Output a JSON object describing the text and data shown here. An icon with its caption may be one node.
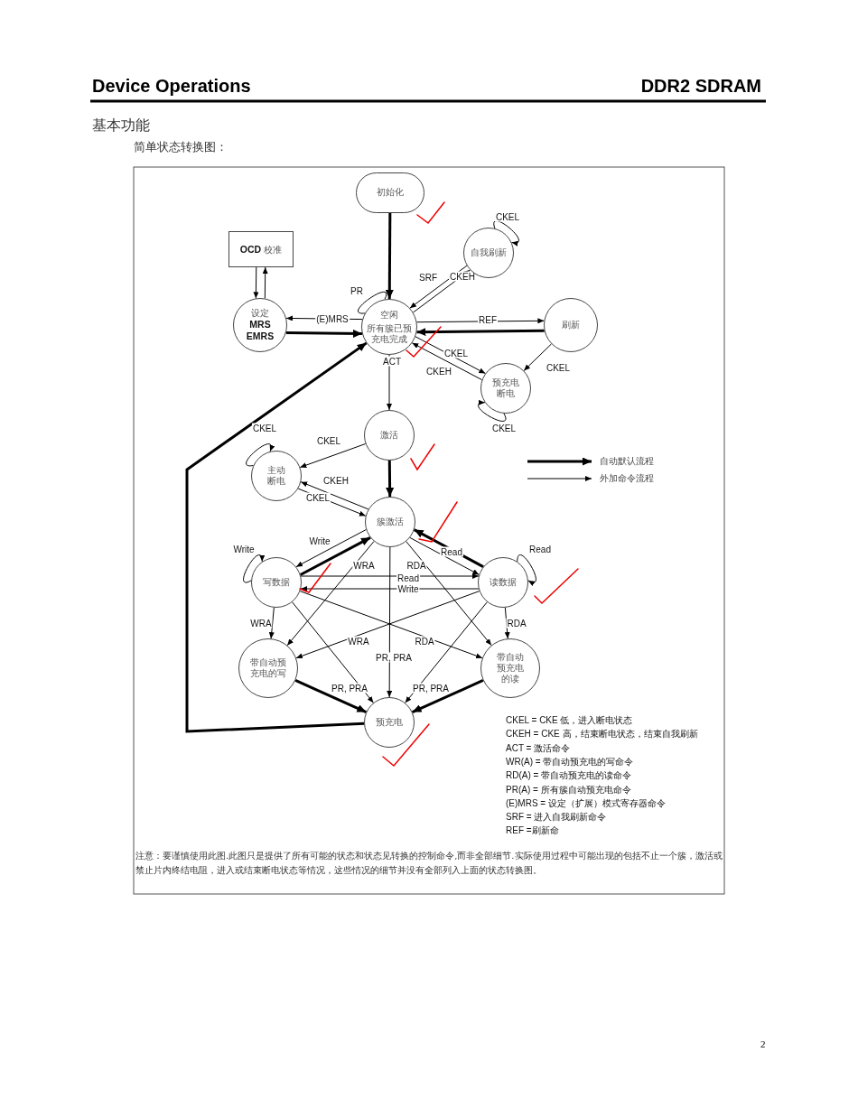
{
  "diagram": {
    "nodes": [
      {
        "text": [
          "初始化"
        ]
      },
      {
        "text": [
          "**OCD** 校准"
        ]
      },
      {
        "text": [
          "设定 **MRS EMRS**"
        ]
      },
      {
        "text": [
          "空闲",
          "所有簇已预充电完成"
        ]
      },
      {
        "text": [
          "自我刷新"
        ]
      },
      {
        "text": [
          "刷新"
        ]
      },
      {
        "text": [
          "预充电断电"
        ]
      },
      {
        "text": [
          "激活"
        ]
      },
      {
        "text": [
          "主动断电"
        ]
      },
      {
        "text": [
          "簇激活"
        ]
      },
      {
        "text": [
          "写数据"
        ]
      },
      {
        "text": [
          "读数据"
        ]
      },
      {
        "text": [
          "带自动预充电的写"
        ]
      },
      {
        "text": [
          "带自动预充电的读"
        ]
      },
      {
        "text": [
          "预充电"
        ]
      }
    ],
    "edges": [
      {
        "from": 0,
        "to": 3,
        "arrow": "to",
        "style": "thick"
      },
      {
        "from": 1,
        "to": 2,
        "arrow": "to"
      },
      {
        "from": 2,
        "to": 1,
        "arrow": "to"
      },
      {
        "from": 3,
        "to": 3,
        "arrow": "none",
        "label": "PR"
      },
      {
        "from": 3,
        "to": 4,
        "arrow": "to",
        "label": "SRF"
      },
      {
        "from": 4,
        "to": 3,
        "arrow": "to",
        "label": "CKEH"
      },
      {
        "from": 4,
        "to": 4,
        "arrow": "to",
        "label": "CKEL"
      },
      {
        "from": 3,
        "to": 2,
        "arrow": "to",
        "label": "(E)MRS"
      },
      {
        "from": 2,
        "to": 3,
        "arrow": "to",
        "style": "thick"
      },
      {
        "from": 3,
        "to": 5,
        "arrow": "to",
        "label": "REF"
      },
      {
        "from": 5,
        "to": 3,
        "arrow": "to",
        "style": "thick"
      },
      {
        "from": 3,
        "to": 6,
        "arrow": "to",
        "label": "CKEL"
      },
      {
        "from": 6,
        "to": 3,
        "arrow": "to",
        "label": "CKEH"
      },
      {
        "from": 5,
        "to": 6,
        "arrow": "to",
        "label": "CKEL"
      },
      {
        "from": 6,
        "to": 6,
        "arrow": "to",
        "label": "CKEL"
      },
      {
        "from": 3,
        "to": 7,
        "arrow": "to",
        "label": "ACT"
      },
      {
        "from": 7,
        "to": 9,
        "arrow": "to",
        "style": "thick"
      },
      {
        "from": 7,
        "to": 8,
        "arrow": "to",
        "label": "CKEL"
      },
      {
        "from": 8,
        "to": 8,
        "arrow": "to",
        "label": "CKEL"
      },
      {
        "from": 8,
        "to": 9,
        "arrow": "to",
        "label": "CKEH"
      },
      {
        "from": 9,
        "to": 8,
        "arrow": "to",
        "label": "CKEL"
      },
      {
        "from": 9,
        "to": 10,
        "arrow": "to",
        "label": "Write"
      },
      {
        "from": 10,
        "to": 9,
        "arrow": "to",
        "style": "thick"
      },
      {
        "from": 9,
        "to": 11,
        "arrow": "to",
        "label": "Read"
      },
      {
        "from": 11,
        "to": 9,
        "arrow": "to",
        "style": "thick"
      },
      {
        "from": 10,
        "to": 10,
        "arrow": "to",
        "label": "Write"
      },
      {
        "from": 11,
        "to": 11,
        "arrow": "to",
        "label": "Read"
      },
      {
        "from": 10,
        "to": 11,
        "arrow": "to",
        "label": "Read"
      },
      {
        "from": 11,
        "to": 10,
        "arrow": "to",
        "label": "Write"
      },
      {
        "from": 9,
        "to": 12,
        "arrow": "to",
        "label": "WRA"
      },
      {
        "from": 9,
        "to": 13,
        "arrow": "to",
        "label": "RDA"
      },
      {
        "from": 9,
        "to": 14,
        "arrow": "to",
        "label": "PR, PRA"
      },
      {
        "from": 10,
        "to": 12,
        "arrow": "to",
        "label": "WRA"
      },
      {
        "from": 11,
        "to": 13,
        "arrow": "to",
        "label": "RDA"
      },
      {
        "from": 10,
        "to": 13,
        "arrow": "to",
        "label": "RDA"
      },
      {
        "from": 11,
        "to": 12,
        "arrow": "to",
        "label": "WRA"
      },
      {
        "from": 10,
        "to": 14,
        "arrow": "to",
        "label": "PR, PRA"
      },
      {
        "from": 11,
        "to": 14,
        "arrow": "to",
        "label": "PR, PRA"
      },
      {
        "from": 12,
        "to": 14,
        "arrow": "to",
        "style": "thick"
      },
      {
        "from": 13,
        "to": 14,
        "arrow": "to",
        "style": "thick"
      },
      {
        "from": 14,
        "to": 3,
        "arrow": "to",
        "style": "thick"
      }
    ],
    "labels": [
      "Device Operations",
      "DDR2 SDRAM",
      "基本功能",
      "简单状态转换图：",
      "CKEL = CKE 低，进入断电状态",
      "CKEH = CKE 高，结束断电状态，结束自我刷新",
      "ACT = 激活命令",
      "WR(A) = 带自动预充电的写命令",
      "RD(A) = 带自动预充电的读命令",
      "PR(A) = 所有簇自动预充电命令",
      "(E)MRS = 设定（扩展）模式寄存器命令",
      "SRF = 进入自我刷新命令",
      "REF =刷新命",
      "注意：要谨慎使用此图.此图只是提供了所有可能的状态和状态见转换的控制命令,而非全部细节.实际使用过程中可能出现的包括不止一个簇，激活或禁止片内终结电阻，进入或结束断电状态等情况，这些情况的细节并没有全部列入上面的状态转换图。",
      "2"
    ],
    "legend": [
      {
        "text": "自动默认流程"
      },
      {
        "text": "外加命令流程"
      }
    ]
  }
}
